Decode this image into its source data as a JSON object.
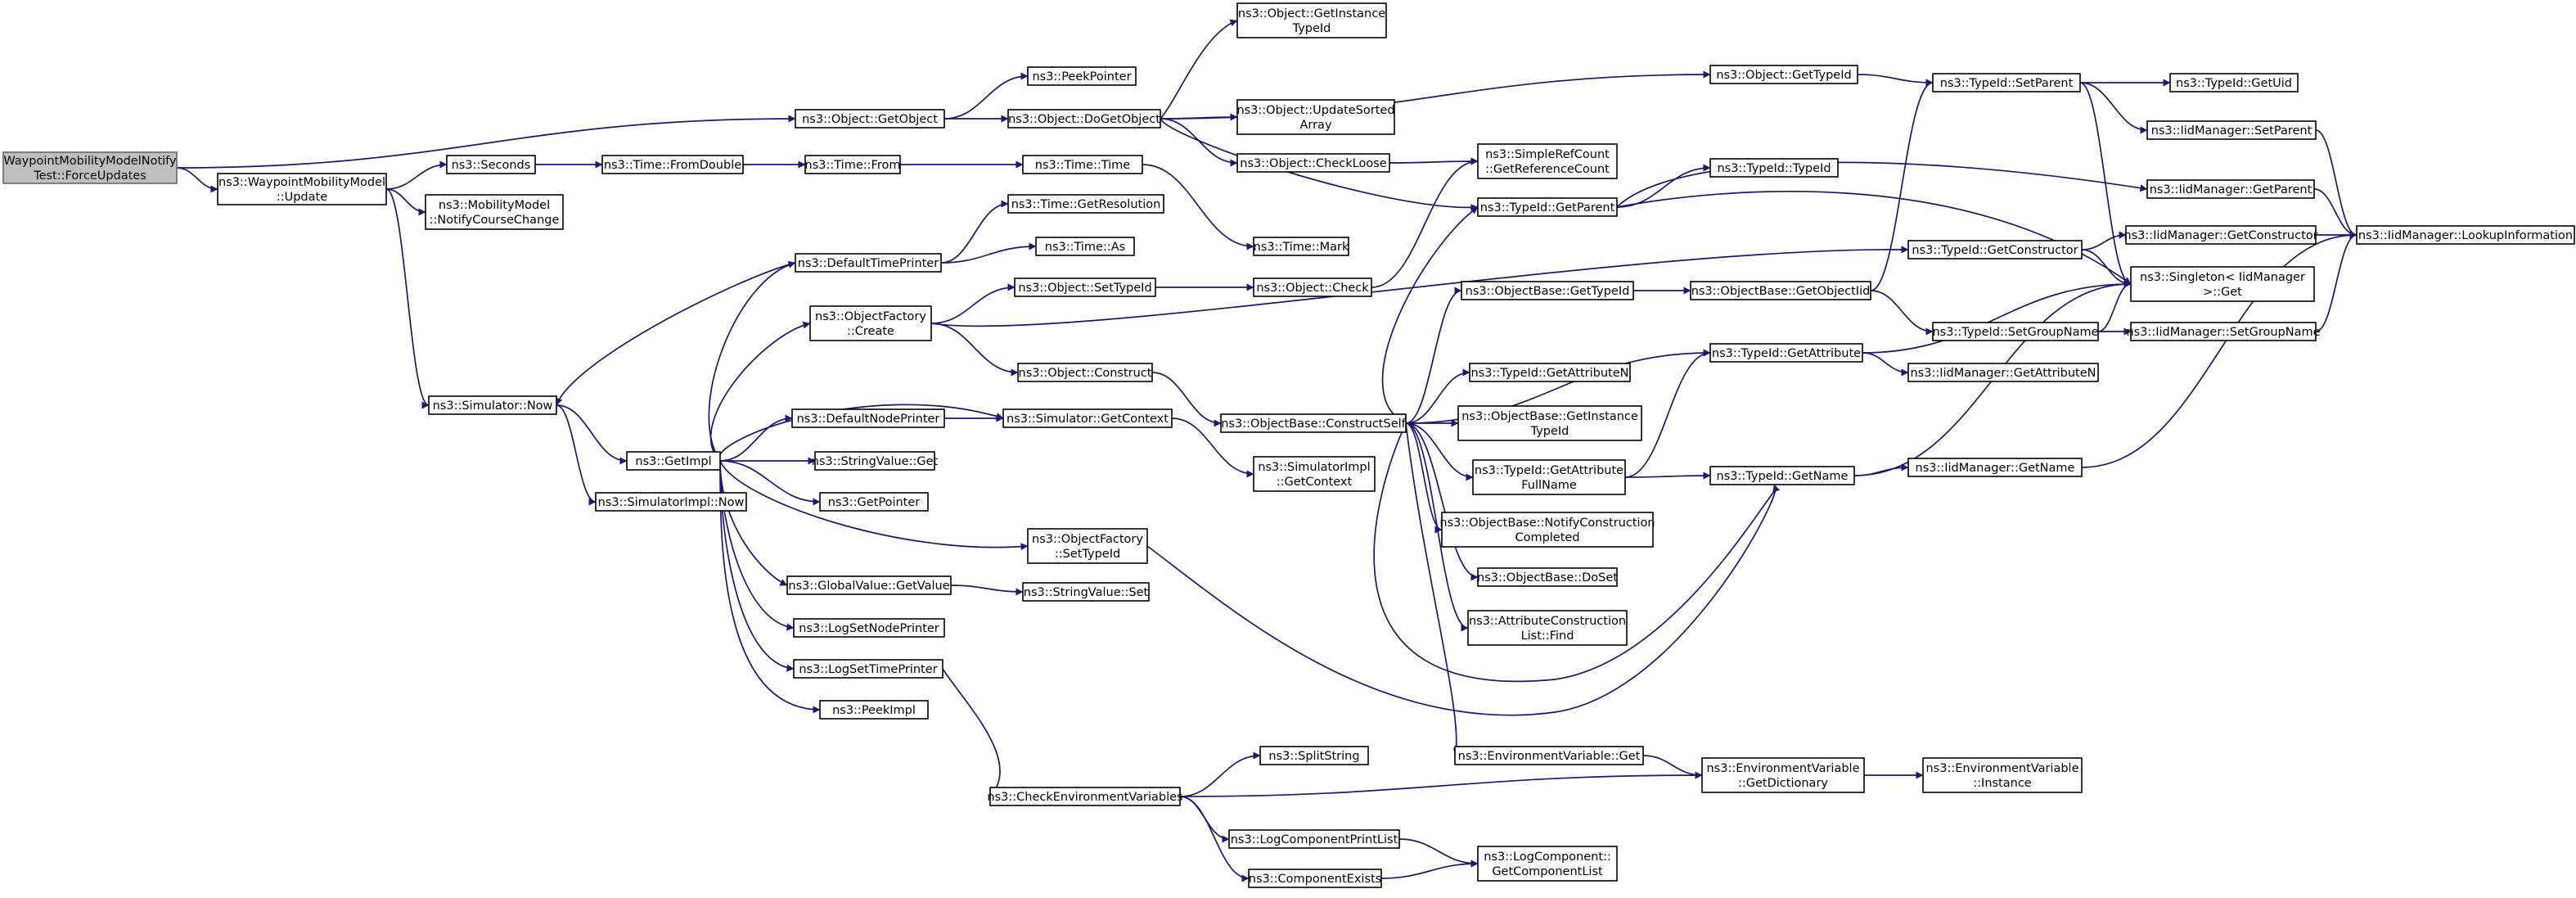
{
  "colors": {
    "edge": "#191970",
    "root_fill": "#bfbfbf",
    "node_fill": "#ffffff",
    "node_border": "#000000"
  },
  "nodes": [
    {
      "id": "root",
      "lines": [
        "WaypointMobilityModelNotify",
        "Test::ForceUpdates"
      ],
      "root": true
    },
    {
      "id": "getobject",
      "lines": [
        "ns3::Object::GetObject"
      ]
    },
    {
      "id": "wmm_update",
      "lines": [
        "ns3::WaypointMobilityModel",
        "::Update"
      ]
    },
    {
      "id": "peekpointer",
      "lines": [
        "ns3::PeekPointer"
      ]
    },
    {
      "id": "dogetobject",
      "lines": [
        "ns3::Object::DoGetObject"
      ]
    },
    {
      "id": "getinstancetypeid",
      "lines": [
        "ns3::Object::GetInstance",
        "TypeId"
      ]
    },
    {
      "id": "obj_gettypeid",
      "lines": [
        "ns3::Object::GetTypeId"
      ]
    },
    {
      "id": "updatesortedarray",
      "lines": [
        "ns3::Object::UpdateSorted",
        "Array"
      ]
    },
    {
      "id": "checkloose",
      "lines": [
        "ns3::Object::CheckLoose"
      ]
    },
    {
      "id": "srcgetrefcount",
      "lines": [
        "ns3::SimpleRefCount",
        "::GetReferenceCount"
      ]
    },
    {
      "id": "typeid_setparent",
      "lines": [
        "ns3::TypeId::SetParent"
      ]
    },
    {
      "id": "typeid_getuid",
      "lines": [
        "ns3::TypeId::GetUid"
      ]
    },
    {
      "id": "iid_setparent",
      "lines": [
        "ns3::IidManager::SetParent"
      ]
    },
    {
      "id": "iid_getparent",
      "lines": [
        "ns3::IidManager::GetParent"
      ]
    },
    {
      "id": "iid_lookup",
      "lines": [
        "ns3::IidManager::LookupInformation"
      ]
    },
    {
      "id": "seconds",
      "lines": [
        "ns3::Seconds"
      ]
    },
    {
      "id": "time_fromdouble",
      "lines": [
        "ns3::Time::FromDouble"
      ]
    },
    {
      "id": "time_from",
      "lines": [
        "ns3::Time::From"
      ]
    },
    {
      "id": "time_time",
      "lines": [
        "ns3::Time::Time"
      ]
    },
    {
      "id": "notifycoursechange",
      "lines": [
        "ns3::MobilityModel",
        "::NotifyCourseChange"
      ]
    },
    {
      "id": "time_getresolution",
      "lines": [
        "ns3::Time::GetResolution"
      ]
    },
    {
      "id": "defaulttimeprinter",
      "lines": [
        "ns3::DefaultTimePrinter"
      ]
    },
    {
      "id": "time_as",
      "lines": [
        "ns3::Time::As"
      ]
    },
    {
      "id": "time_mark",
      "lines": [
        "ns3::Time::Mark"
      ]
    },
    {
      "id": "typeid_getparent",
      "lines": [
        "ns3::TypeId::GetParent"
      ]
    },
    {
      "id": "typeid_typeid",
      "lines": [
        "ns3::TypeId::TypeId"
      ]
    },
    {
      "id": "typeid_getconstructor",
      "lines": [
        "ns3::TypeId::GetConstructor"
      ]
    },
    {
      "id": "iid_getconstructor",
      "lines": [
        "ns3::IidManager::GetConstructor"
      ]
    },
    {
      "id": "singleton_get",
      "lines": [
        "ns3::Singleton< IidManager",
        "  >::Get"
      ]
    },
    {
      "id": "obj_settypeid",
      "lines": [
        "ns3::Object::SetTypeId"
      ]
    },
    {
      "id": "obj_check",
      "lines": [
        "ns3::Object::Check"
      ]
    },
    {
      "id": "objfactory_create",
      "lines": [
        "ns3::ObjectFactory",
        "::Create"
      ]
    },
    {
      "id": "objbase_gettypeid",
      "lines": [
        "ns3::ObjectBase::GetTypeId"
      ]
    },
    {
      "id": "objbase_getobjectiid",
      "lines": [
        "ns3::ObjectBase::GetObjectIid"
      ]
    },
    {
      "id": "sim_now",
      "lines": [
        "ns3::Simulator::Now"
      ]
    },
    {
      "id": "typeid_setgroupname",
      "lines": [
        "ns3::TypeId::SetGroupName"
      ]
    },
    {
      "id": "iid_setgroupname",
      "lines": [
        "ns3::IidManager::SetGroupName"
      ]
    },
    {
      "id": "typeid_getattribute",
      "lines": [
        "ns3::TypeId::GetAttribute"
      ]
    },
    {
      "id": "obj_construct",
      "lines": [
        "ns3::Object::Construct"
      ]
    },
    {
      "id": "typeid_getattributen",
      "lines": [
        "ns3::TypeId::GetAttributeN"
      ]
    },
    {
      "id": "iid_getattributen",
      "lines": [
        "ns3::IidManager::GetAttributeN"
      ]
    },
    {
      "id": "defaultnodeprinter",
      "lines": [
        "ns3::DefaultNodePrinter"
      ]
    },
    {
      "id": "sim_getcontext",
      "lines": [
        "ns3::Simulator::GetContext"
      ]
    },
    {
      "id": "objbase_constructself",
      "lines": [
        "ns3::ObjectBase::ConstructSelf"
      ]
    },
    {
      "id": "objbase_getinstancetypeid",
      "lines": [
        "ns3::ObjectBase::GetInstance",
        "TypeId"
      ]
    },
    {
      "id": "getimpl",
      "lines": [
        "ns3::GetImpl"
      ]
    },
    {
      "id": "stringvalue_get",
      "lines": [
        "ns3::StringValue::Get"
      ]
    },
    {
      "id": "simimpl_getcontext",
      "lines": [
        "ns3::SimulatorImpl",
        "::GetContext"
      ]
    },
    {
      "id": "typeid_getattributefullname",
      "lines": [
        "ns3::TypeId::GetAttribute",
        "FullName"
      ]
    },
    {
      "id": "typeid_getname",
      "lines": [
        "ns3::TypeId::GetName"
      ]
    },
    {
      "id": "iid_getname",
      "lines": [
        "ns3::IidManager::GetName"
      ]
    },
    {
      "id": "getpointer",
      "lines": [
        "ns3::GetPointer"
      ]
    },
    {
      "id": "simimpl_now",
      "lines": [
        "ns3::SimulatorImpl::Now"
      ]
    },
    {
      "id": "objbase_notifyconstructioncompleted",
      "lines": [
        "ns3::ObjectBase::NotifyConstruction",
        "Completed"
      ]
    },
    {
      "id": "objfactory_settypeid",
      "lines": [
        "ns3::ObjectFactory",
        "::SetTypeId"
      ]
    },
    {
      "id": "objbase_doset",
      "lines": [
        "ns3::ObjectBase::DoSet"
      ]
    },
    {
      "id": "globalvalue_getvalue",
      "lines": [
        "ns3::GlobalValue::GetValue"
      ]
    },
    {
      "id": "stringvalue_set",
      "lines": [
        "ns3::StringValue::Set"
      ]
    },
    {
      "id": "attrconstructionlist_find",
      "lines": [
        "ns3::AttributeConstruction",
        "List::Find"
      ]
    },
    {
      "id": "logsetnodeprinter",
      "lines": [
        "ns3::LogSetNodePrinter"
      ]
    },
    {
      "id": "logsettimeprinter",
      "lines": [
        "ns3::LogSetTimePrinter"
      ]
    },
    {
      "id": "peekimpl",
      "lines": [
        "ns3::PeekImpl"
      ]
    },
    {
      "id": "envvar_get",
      "lines": [
        "ns3::EnvironmentVariable::Get"
      ]
    },
    {
      "id": "splitstring",
      "lines": [
        "ns3::SplitString"
      ]
    },
    {
      "id": "envvar_getdictionary",
      "lines": [
        "ns3::EnvironmentVariable",
        "::GetDictionary"
      ]
    },
    {
      "id": "envvar_instance",
      "lines": [
        "ns3::EnvironmentVariable",
        "::Instance"
      ]
    },
    {
      "id": "checkenvvars",
      "lines": [
        "ns3::CheckEnvironmentVariables"
      ]
    },
    {
      "id": "logcomponentprintlist",
      "lines": [
        "ns3::LogComponentPrintList"
      ]
    },
    {
      "id": "logcomponent_getcomponentlist",
      "lines": [
        "ns3::LogComponent::",
        "GetComponentList"
      ]
    },
    {
      "id": "componentexists",
      "lines": [
        "ns3::ComponentExists"
      ]
    }
  ],
  "edges": [
    [
      "root",
      "getobject"
    ],
    [
      "root",
      "wmm_update"
    ],
    [
      "getobject",
      "peekpointer"
    ],
    [
      "getobject",
      "dogetobject"
    ],
    [
      "dogetobject",
      "getinstancetypeid"
    ],
    [
      "dogetobject",
      "obj_gettypeid"
    ],
    [
      "dogetobject",
      "updatesortedarray"
    ],
    [
      "dogetobject",
      "checkloose"
    ],
    [
      "dogetobject",
      "typeid_getparent"
    ],
    [
      "checkloose",
      "srcgetrefcount"
    ],
    [
      "obj_gettypeid",
      "typeid_setparent"
    ],
    [
      "typeid_setparent",
      "typeid_getuid"
    ],
    [
      "typeid_setparent",
      "iid_setparent"
    ],
    [
      "typeid_setparent",
      "singleton_get"
    ],
    [
      "iid_setparent",
      "iid_lookup"
    ],
    [
      "iid_getparent",
      "iid_lookup"
    ],
    [
      "wmm_update",
      "seconds"
    ],
    [
      "wmm_update",
      "notifycoursechange"
    ],
    [
      "wmm_update",
      "sim_now"
    ],
    [
      "seconds",
      "time_fromdouble"
    ],
    [
      "time_fromdouble",
      "time_from"
    ],
    [
      "time_from",
      "time_time"
    ],
    [
      "time_time",
      "time_mark"
    ],
    [
      "defaulttimeprinter",
      "time_getresolution"
    ],
    [
      "defaulttimeprinter",
      "time_as"
    ],
    [
      "defaulttimeprinter",
      "sim_now"
    ],
    [
      "typeid_getparent",
      "typeid_typeid"
    ],
    [
      "typeid_getparent",
      "iid_getparent"
    ],
    [
      "typeid_getparent",
      "singleton_get"
    ],
    [
      "typeid_getconstructor",
      "iid_getconstructor"
    ],
    [
      "typeid_getconstructor",
      "singleton_get"
    ],
    [
      "iid_getconstructor",
      "iid_lookup"
    ],
    [
      "obj_settypeid",
      "obj_check"
    ],
    [
      "obj_check",
      "srcgetrefcount"
    ],
    [
      "objfactory_create",
      "obj_settypeid"
    ],
    [
      "objfactory_create",
      "obj_construct"
    ],
    [
      "objfactory_create",
      "typeid_getconstructor"
    ],
    [
      "objbase_gettypeid",
      "objbase_getobjectiid"
    ],
    [
      "objbase_getobjectiid",
      "typeid_setparent"
    ],
    [
      "objbase_getobjectiid",
      "typeid_setgroupname"
    ],
    [
      "typeid_setgroupname",
      "iid_setgroupname"
    ],
    [
      "typeid_setgroupname",
      "singleton_get"
    ],
    [
      "iid_setgroupname",
      "iid_lookup"
    ],
    [
      "sim_now",
      "getimpl"
    ],
    [
      "sim_now",
      "simimpl_now"
    ],
    [
      "typeid_getattribute",
      "iid_getattributen"
    ],
    [
      "typeid_getattribute",
      "singleton_get"
    ],
    [
      "obj_construct",
      "objbase_constructself"
    ],
    [
      "objbase_constructself",
      "typeid_getparent"
    ],
    [
      "objbase_constructself",
      "objbase_gettypeid"
    ],
    [
      "objbase_constructself",
      "typeid_getattribute"
    ],
    [
      "objbase_constructself",
      "typeid_getattributen"
    ],
    [
      "objbase_constructself",
      "objbase_getinstancetypeid"
    ],
    [
      "objbase_constructself",
      "typeid_getattributefullname"
    ],
    [
      "objbase_constructself",
      "typeid_getname"
    ],
    [
      "objbase_constructself",
      "objbase_notifyconstructioncompleted"
    ],
    [
      "objbase_constructself",
      "objbase_doset"
    ],
    [
      "objbase_constructself",
      "attrconstructionlist_find"
    ],
    [
      "objbase_constructself",
      "envvar_get"
    ],
    [
      "getimpl",
      "defaulttimeprinter"
    ],
    [
      "getimpl",
      "objfactory_create"
    ],
    [
      "getimpl",
      "defaultnodeprinter"
    ],
    [
      "getimpl",
      "sim_getcontext"
    ],
    [
      "getimpl",
      "stringvalue_get"
    ],
    [
      "getimpl",
      "getpointer"
    ],
    [
      "getimpl",
      "objfactory_settypeid"
    ],
    [
      "getimpl",
      "globalvalue_getvalue"
    ],
    [
      "getimpl",
      "logsetnodeprinter"
    ],
    [
      "getimpl",
      "logsettimeprinter"
    ],
    [
      "getimpl",
      "peekimpl"
    ],
    [
      "defaultnodeprinter",
      "sim_getcontext"
    ],
    [
      "sim_getcontext",
      "simimpl_getcontext"
    ],
    [
      "typeid_getattributefullname",
      "typeid_getattribute"
    ],
    [
      "typeid_getattributefullname",
      "typeid_getname"
    ],
    [
      "typeid_getname",
      "iid_getname"
    ],
    [
      "typeid_getname",
      "singleton_get"
    ],
    [
      "iid_getname",
      "iid_lookup"
    ],
    [
      "objfactory_settypeid",
      "typeid_getname"
    ],
    [
      "globalvalue_getvalue",
      "stringvalue_set"
    ],
    [
      "logsettimeprinter",
      "checkenvvars"
    ],
    [
      "envvar_get",
      "envvar_getdictionary"
    ],
    [
      "envvar_getdictionary",
      "envvar_instance"
    ],
    [
      "checkenvvars",
      "splitstring"
    ],
    [
      "checkenvvars",
      "envvar_getdictionary"
    ],
    [
      "checkenvvars",
      "logcomponentprintlist"
    ],
    [
      "checkenvvars",
      "componentexists"
    ],
    [
      "logcomponentprintlist",
      "logcomponent_getcomponentlist"
    ],
    [
      "componentexists",
      "logcomponent_getcomponentlist"
    ]
  ]
}
